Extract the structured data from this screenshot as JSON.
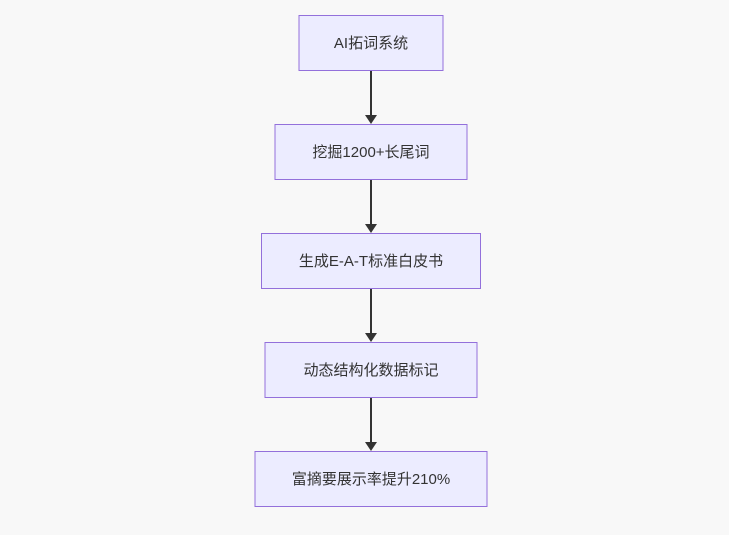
{
  "diagram": {
    "type": "flowchart",
    "direction": "top-down",
    "colors": {
      "background": "#f8f8f8",
      "node_fill": "#ececff",
      "node_border": "#9370db",
      "node_text": "#333333",
      "edge": "#333333"
    },
    "nodes": [
      {
        "label": "AI拓词系统"
      },
      {
        "label": "挖掘1200+长尾词"
      },
      {
        "label": "生成E-A-T标准白皮书"
      },
      {
        "label": "动态结构化数据标记"
      },
      {
        "label": "富摘要展示率提升210%"
      }
    ],
    "edges": [
      {
        "from": 0,
        "to": 1
      },
      {
        "from": 1,
        "to": 2
      },
      {
        "from": 2,
        "to": 3
      },
      {
        "from": 3,
        "to": 4
      }
    ]
  }
}
